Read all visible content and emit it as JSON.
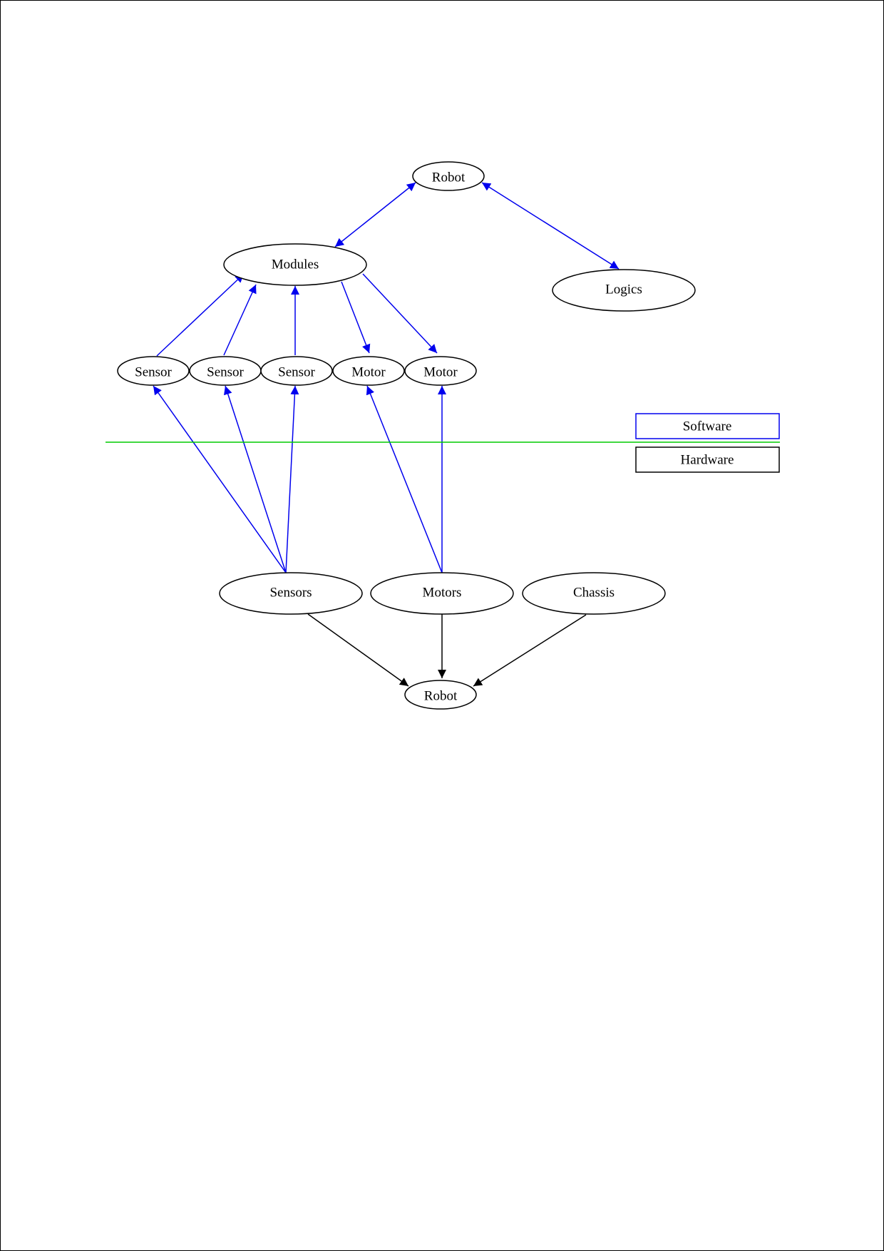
{
  "colors": {
    "software": "#0000ee",
    "hardware": "#000000",
    "divider": "#00cc00",
    "background": "#ffffff"
  },
  "nodes": {
    "sw_robot": "Robot",
    "modules": "Modules",
    "logics": "Logics",
    "sensor_1": "Sensor",
    "sensor_2": "Sensor",
    "sensor_3": "Sensor",
    "motor_1": "Motor",
    "motor_2": "Motor",
    "sensors": "Sensors",
    "motors": "Motors",
    "chassis": "Chassis",
    "hw_robot": "Robot"
  },
  "legend": {
    "software": "Software",
    "hardware": "Hardware"
  },
  "edges": [
    {
      "from": "sw_robot",
      "to": "modules",
      "style": "software",
      "direction": "both"
    },
    {
      "from": "sw_robot",
      "to": "logics",
      "style": "software",
      "direction": "both"
    },
    {
      "from": "sensor_1",
      "to": "modules",
      "style": "software",
      "direction": "forward"
    },
    {
      "from": "sensor_2",
      "to": "modules",
      "style": "software",
      "direction": "forward"
    },
    {
      "from": "sensor_3",
      "to": "modules",
      "style": "software",
      "direction": "forward"
    },
    {
      "from": "modules",
      "to": "motor_1",
      "style": "software",
      "direction": "forward"
    },
    {
      "from": "modules",
      "to": "motor_2",
      "style": "software",
      "direction": "forward"
    },
    {
      "from": "sensors",
      "to": "sensor_1",
      "style": "software",
      "direction": "forward"
    },
    {
      "from": "sensors",
      "to": "sensor_2",
      "style": "software",
      "direction": "forward"
    },
    {
      "from": "sensors",
      "to": "sensor_3",
      "style": "software",
      "direction": "forward"
    },
    {
      "from": "motors",
      "to": "motor_1",
      "style": "software",
      "direction": "forward"
    },
    {
      "from": "motors",
      "to": "motor_2",
      "style": "software",
      "direction": "forward"
    },
    {
      "from": "sensors",
      "to": "hw_robot",
      "style": "hardware",
      "direction": "forward"
    },
    {
      "from": "motors",
      "to": "hw_robot",
      "style": "hardware",
      "direction": "forward"
    },
    {
      "from": "chassis",
      "to": "hw_robot",
      "style": "hardware",
      "direction": "forward"
    }
  ]
}
